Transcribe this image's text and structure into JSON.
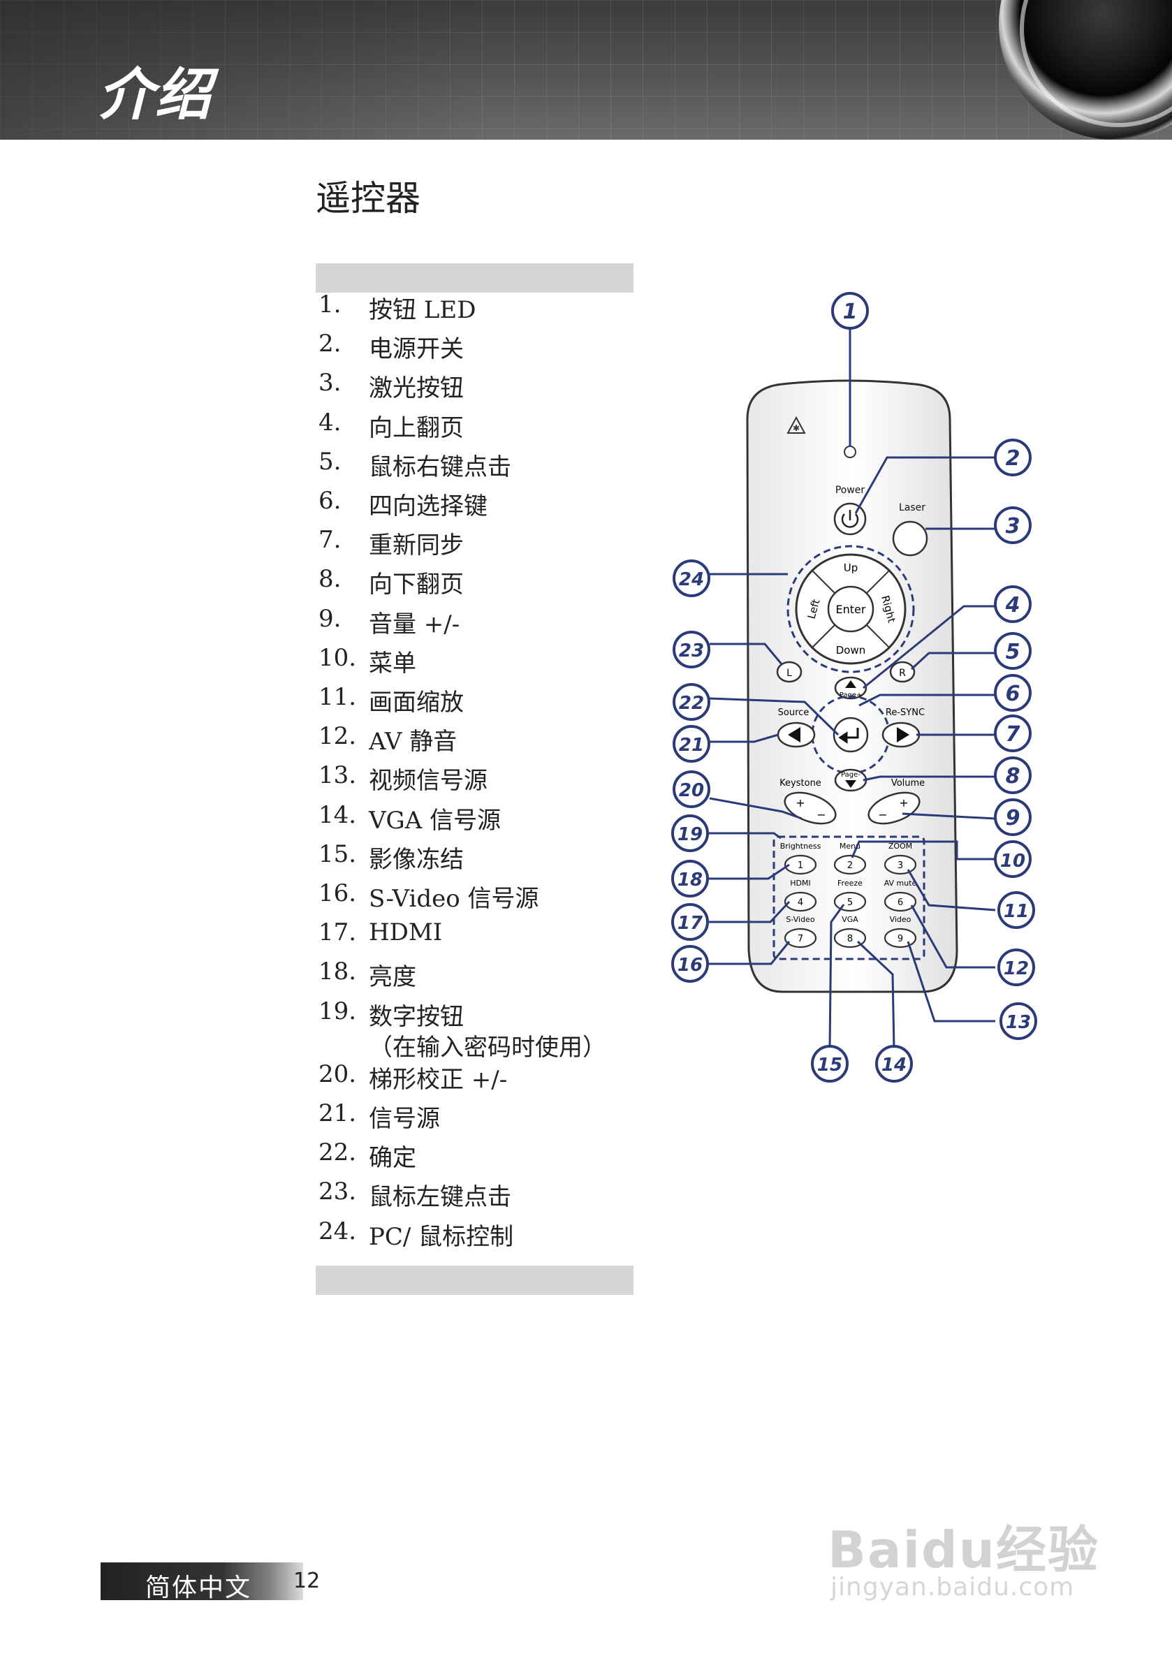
{
  "header": {
    "title": "介绍"
  },
  "section": {
    "title": "遥控器"
  },
  "items": [
    {
      "num": "1.",
      "text": "按钮 LED"
    },
    {
      "num": "2.",
      "text": "电源开关"
    },
    {
      "num": "3.",
      "text": "激光按钮"
    },
    {
      "num": "4.",
      "text": "向上翻页"
    },
    {
      "num": "5.",
      "text": "鼠标右键点击"
    },
    {
      "num": "6.",
      "text": "四向选择键"
    },
    {
      "num": "7.",
      "text": "重新同步"
    },
    {
      "num": "8.",
      "text": "向下翻页"
    },
    {
      "num": "9.",
      "text": "音量 +/-"
    },
    {
      "num": "10.",
      "text": "菜单"
    },
    {
      "num": "11.",
      "text": "画面缩放"
    },
    {
      "num": "12.",
      "text": "AV 静音"
    },
    {
      "num": "13.",
      "text": "视频信号源"
    },
    {
      "num": "14.",
      "text": "VGA 信号源"
    },
    {
      "num": "15.",
      "text": "影像冻结"
    },
    {
      "num": "16.",
      "text": "S-Video 信号源"
    },
    {
      "num": "17.",
      "text": "HDMI"
    },
    {
      "num": "18.",
      "text": "亮度"
    },
    {
      "num": "19.",
      "text": "数字按钮",
      "text2": "（在输入密码时使用）"
    },
    {
      "num": "20.",
      "text": "梯形校正 +/-"
    },
    {
      "num": "21.",
      "text": "信号源"
    },
    {
      "num": "22.",
      "text": "确定"
    },
    {
      "num": "23.",
      "text": "鼠标左键点击"
    },
    {
      "num": "24.",
      "text": "PC/ 鼠标控制"
    }
  ],
  "remote": {
    "labels": {
      "power": "Power",
      "laser": "Laser",
      "up": "Up",
      "down": "Down",
      "left": "Left",
      "right": "Right",
      "enter": "Enter",
      "l": "L",
      "r": "R",
      "page_up": "Page+",
      "page_down": "Page-",
      "source": "Source",
      "resync": "Re-SYNC",
      "keystone": "Keystone",
      "volume": "Volume",
      "plus": "+",
      "minus": "−",
      "brightness": "Brightness",
      "menu": "Menu",
      "zoom": "ZOOM",
      "hdmi": "HDMI",
      "freeze": "Freeze",
      "av_mute": "AV mute",
      "svideo": "S-Video",
      "vga": "VGA",
      "video": "Video",
      "k1": "1",
      "k2": "2",
      "k3": "3",
      "k4": "4",
      "k5": "5",
      "k6": "6",
      "k7": "7",
      "k8": "8",
      "k9": "9"
    },
    "callouts": [
      "1",
      "2",
      "3",
      "4",
      "5",
      "6",
      "7",
      "8",
      "9",
      "10",
      "11",
      "12",
      "13",
      "14",
      "15",
      "16",
      "17",
      "18",
      "19",
      "20",
      "21",
      "22",
      "23",
      "24"
    ],
    "callout_color": "#2b3a78"
  },
  "footer": {
    "language": "简体中文",
    "page": "12"
  },
  "watermark": {
    "brand": "Baidu经验",
    "url": "jingyan.baidu.com"
  }
}
